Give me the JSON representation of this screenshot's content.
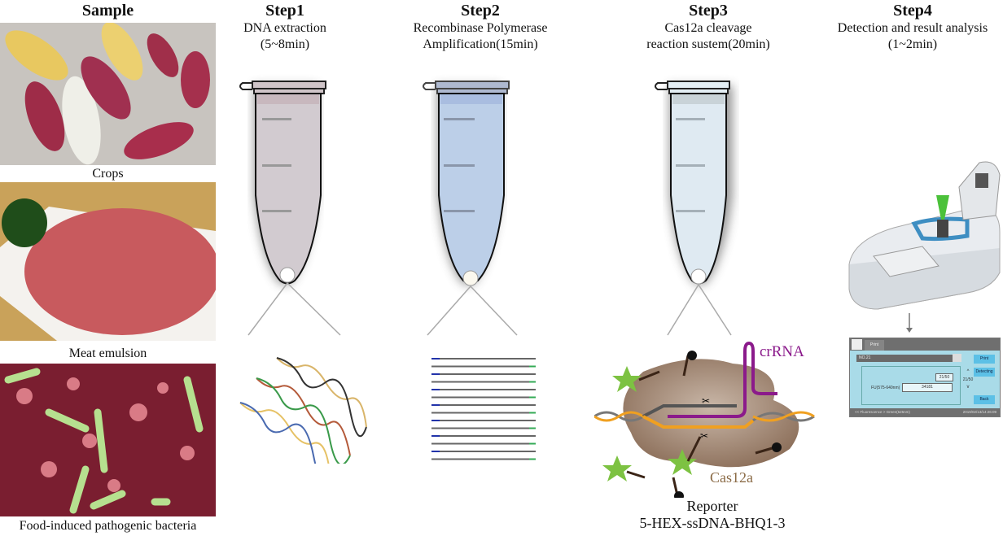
{
  "columns": [
    {
      "title": "Sample",
      "subtitle_lines": []
    },
    {
      "title": "Step1",
      "subtitle_lines": [
        "DNA extraction",
        "(5~8min)"
      ]
    },
    {
      "title": "Step2",
      "subtitle_lines": [
        "Recombinase Polymerase",
        "Amplification(15min)"
      ]
    },
    {
      "title": "Step3",
      "subtitle_lines": [
        "Cas12a cleavage",
        "reaction sustem(20min)"
      ]
    },
    {
      "title": "Step4",
      "subtitle_lines": [
        "Detection and result analysis",
        "(1~2min)"
      ]
    }
  ],
  "samples": [
    {
      "caption": "Crops",
      "image": "corn-photo"
    },
    {
      "caption": "Meat emulsion",
      "image": "minced-meat-photo"
    },
    {
      "caption": "Food-induced pathogenic bacteria",
      "image": "bacteria-photo"
    }
  ],
  "step3_labels": {
    "crRNA": "crRNA",
    "cas": "Cas12a",
    "reporter_line1": "Reporter",
    "reporter_line2": "5-HEX-ssDNA-BHQ1-3"
  },
  "device_screen": {
    "tab_label": "Print",
    "sample_field": "NO.21",
    "counter": "21/50",
    "fluor_label": "FU(575-640nm)",
    "fluor_value": "34181",
    "nav_counter": "21/50",
    "nav_up": "^",
    "nav_down": "v",
    "buttons": [
      "Print",
      "Detecting",
      "Back"
    ],
    "status_left": "<< Fluorescence > Green(525nm)",
    "status_right": "2019/02/13/14:26:09"
  },
  "colors": {
    "tube1": "#d2cbd0",
    "tube2": "#bccfe8",
    "tube3": "#dfeaf2",
    "crRNA": "#8b1a8b",
    "cas12a": "#8c6f5a",
    "cas_label": "#8a6a45",
    "target_strand": "#f0a020",
    "star": "#7dc242"
  }
}
